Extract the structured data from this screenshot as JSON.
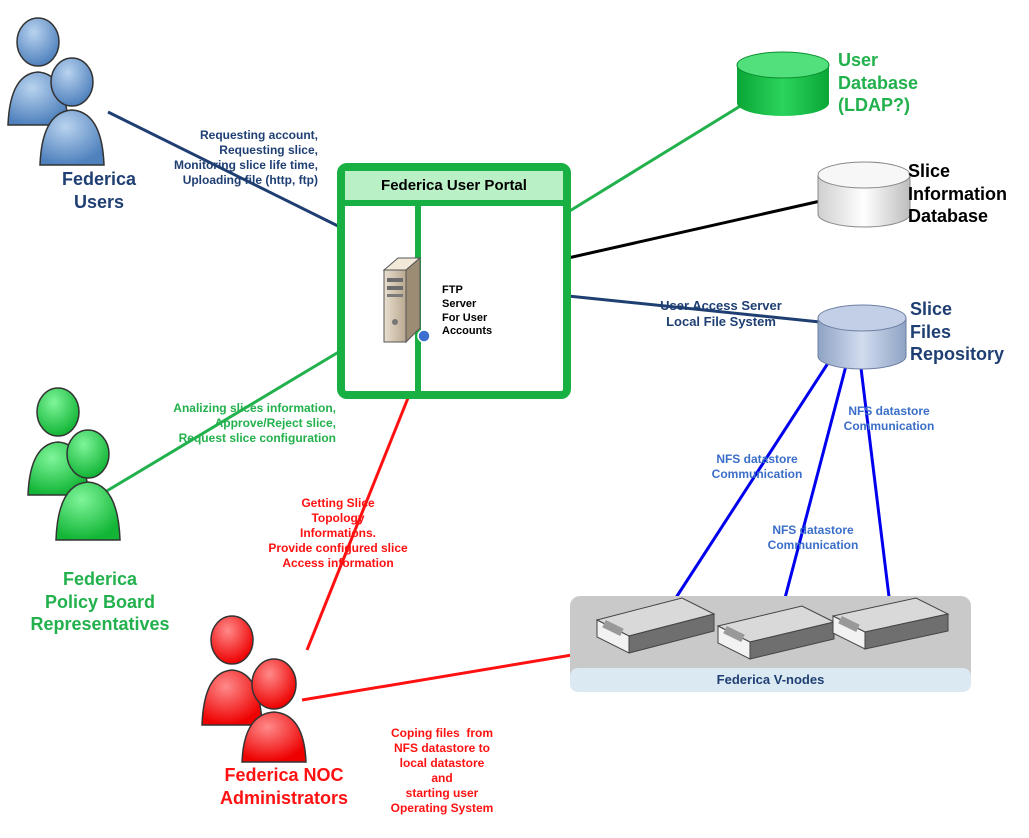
{
  "portal": {
    "title": "Federica User Portal",
    "ftp_label": "FTP\nServer\nFor User\nAccounts"
  },
  "actors": {
    "users": "Federica\nUsers",
    "policy_board": "Federica\nPolicy Board\nRepresentatives",
    "noc": "Federica NOC\nAdministrators"
  },
  "databases": {
    "user_db": "User\nDatabase\n(LDAP?)",
    "slice_info_db": "Slice\nInformation\nDatabase",
    "slice_files_repo": "Slice\nFiles\nRepository"
  },
  "links": {
    "users_to_portal": "Requesting account,\nRequesting slice,\nMonitoring slice life time,\nUploading file (http, ftp)",
    "policy_to_portal": "Analizing slices information,\nApprove/Reject slice,\nRequest slice configuration",
    "noc_to_portal": "Getting Slice\nTopology\nInformations.\nProvide configured slice\nAccess information",
    "portal_to_repo": "User Access Server\nLocal File System",
    "nfs_1": "NFS datastore\nCommunication",
    "nfs_2": "NFS datastore\nCommunication",
    "nfs_3": "NFS datastore\nCommunication",
    "noc_to_vnodes": "Coping files  from\nNFS datastore to\nlocal datastore\nand\nstarting user\nOperating System"
  },
  "vnodes": {
    "label": "Federica V-nodes"
  },
  "colors": {
    "blue_text": "#1f3f73",
    "green": "#22b14c",
    "red": "#ff1111",
    "nfs_line": "#0000ee",
    "portal_header": "#b9f0c6"
  }
}
